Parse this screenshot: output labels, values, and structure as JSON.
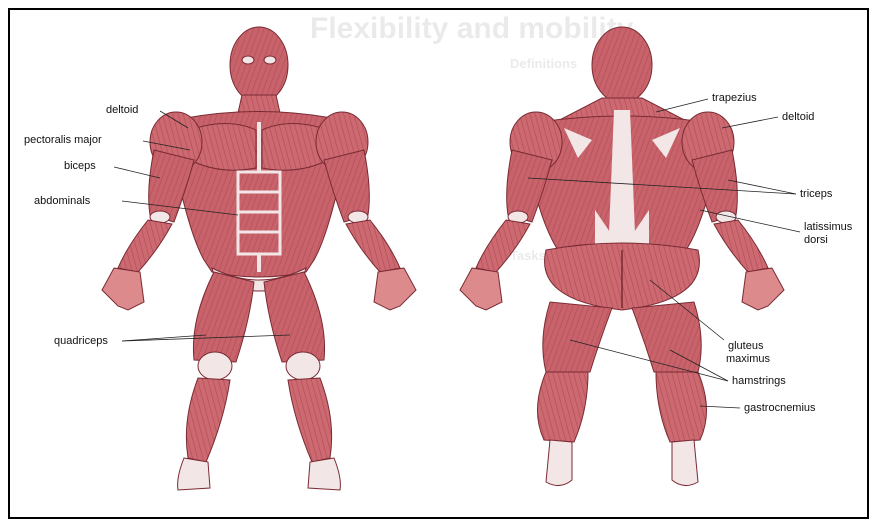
{
  "labels": {
    "deltoid_left": "deltoid",
    "pectoralis": "pectoralis major",
    "biceps": "biceps",
    "abdominals": "abdominals",
    "quadriceps": "quadriceps",
    "trapezius": "trapezius",
    "deltoid_right": "deltoid",
    "triceps": "triceps",
    "latissimus_1": "latissimus",
    "latissimus_2": "dorsi",
    "gluteus_1": "gluteus",
    "gluteus_2": "maximus",
    "hamstrings": "hamstrings",
    "gastrocnemius": "gastrocnemius"
  },
  "colors": {
    "muscle": "#c9636b",
    "muscle_dark": "#a8434d",
    "tendon": "#f3e6e6",
    "outline": "#7a2a33",
    "frame": "#000000"
  }
}
